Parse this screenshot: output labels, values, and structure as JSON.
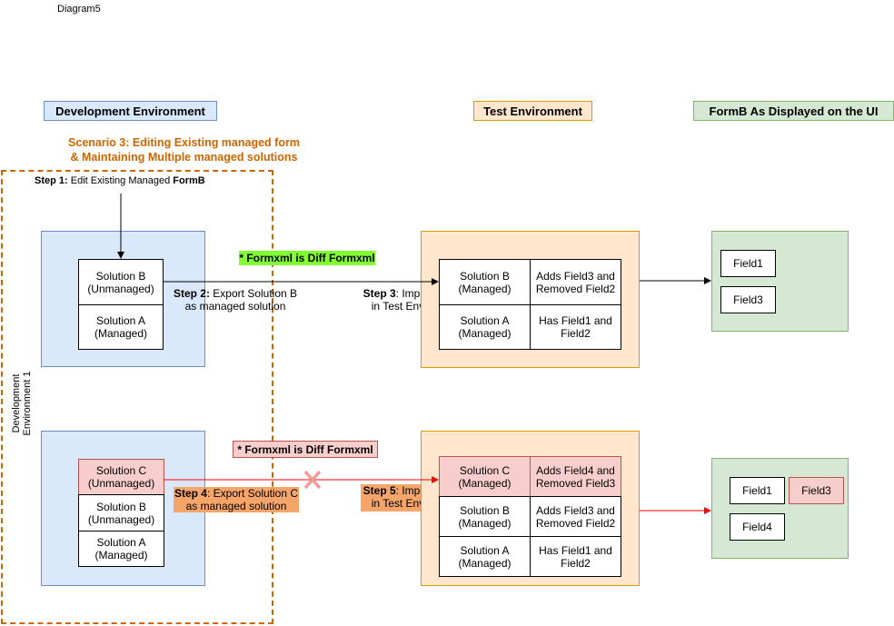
{
  "diagram_title": "Diagram5",
  "headers": {
    "dev": "Development Environment",
    "test": "Test Environment",
    "ui": "FormB As Displayed on the UI"
  },
  "scenario": {
    "line1": "Scenario 3: Editing Existing managed form",
    "line2": "& Maintaining Multiple managed solutions"
  },
  "dev_env_label": {
    "line1": "Development",
    "line2": "Environment 1"
  },
  "step1": {
    "prefix": "Step 1:",
    "text": " Edit Existing Managed ",
    "bold_tail": "FormB"
  },
  "notes": {
    "top": "* Formxml is Diff Formxml",
    "bottom": "* Formxml is Diff Formxml"
  },
  "top_flow": {
    "dev_cells": [
      {
        "line1": "Solution B",
        "line2": "(Unmanaged)"
      },
      {
        "line1": "Solution A",
        "line2": "(Managed)"
      }
    ],
    "step2": {
      "prefix": "Step 2:",
      "text1": " Export Solution B",
      "text2": "as managed solution"
    },
    "step3": {
      "prefix": "Step 3",
      "text1": ": Import",
      "text2": "in Test Env"
    },
    "test_rows": [
      {
        "name1": "Solution B",
        "name2": "(Managed)",
        "desc1": "Adds Field3 and",
        "desc2": "Removed Field2"
      },
      {
        "name1": "Solution A",
        "name2": "(Managed)",
        "desc1": "Has Field1 and",
        "desc2": "Field2"
      }
    ],
    "fields": [
      "Field1",
      "Field3"
    ]
  },
  "bottom_flow": {
    "dev_cells": [
      {
        "line1": "Solution C",
        "line2": "(Unmanaged)"
      },
      {
        "line1": "Solution B",
        "line2": "(Unmanaged)"
      },
      {
        "line1": "Solution A",
        "line2": "(Managed)"
      }
    ],
    "step4": {
      "prefix": "Step 4",
      "text1": ": Export Solution C",
      "text2": "as managed solution"
    },
    "step5": {
      "prefix": "Step 5",
      "text1": ": Import",
      "text2": "in Test Env"
    },
    "test_rows": [
      {
        "name1": "Solution C",
        "name2": "(Managed)",
        "desc1": "Adds Field4 and",
        "desc2": "Removed Field3"
      },
      {
        "name1": "Solution B",
        "name2": "(Managed)",
        "desc1": "Adds Field3 and",
        "desc2": "Removed Field2"
      },
      {
        "name1": "Solution A",
        "name2": "(Managed)",
        "desc1": "Has Field1 and",
        "desc2": "Field2"
      }
    ],
    "fields": [
      "Field1",
      "Field3",
      "Field4"
    ]
  },
  "colors": {
    "blue_fill": "#dae8fc",
    "orange_fill": "#ffe6cc",
    "green_fill": "#d5e8d4",
    "red_fill": "#f8cecc",
    "accent_orange": "#cc6600",
    "arrow_red": "#ff0000",
    "note_green": "#80ff33"
  }
}
